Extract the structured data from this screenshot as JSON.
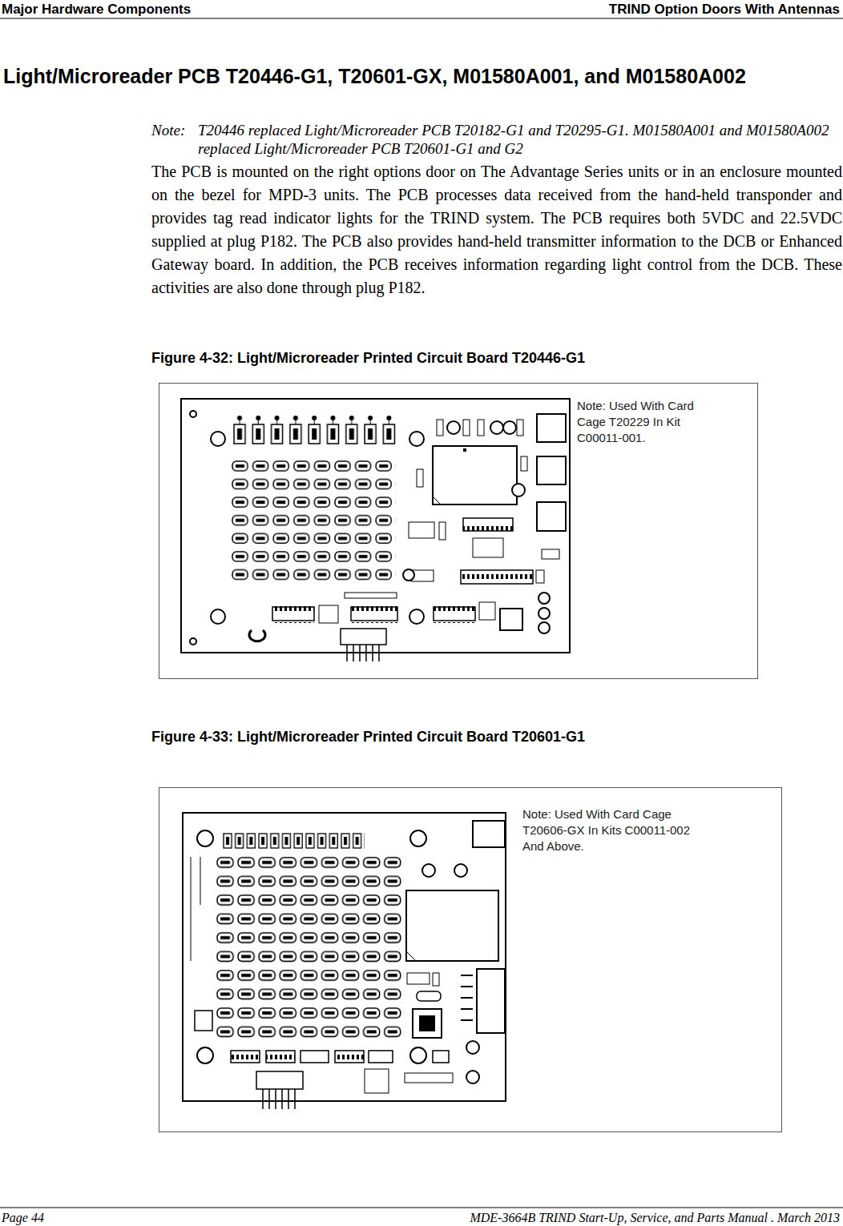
{
  "diagram": {
    "title": "Light/Microreader PCB T20446-G1, T20601-GX, M01580A001, and M01580A002",
    "nodes": [
      {
        "text": [
          "Note: Used With Card Cage T20229 In Kit C00011-001."
        ]
      },
      {
        "text": [
          "Note: Used With Card Cage T20606-GX In Kits C00011-002 And Above."
        ]
      }
    ],
    "labels": [
      "Major Hardware Components",
      "TRIND Option Doors With Antennas",
      "Note:",
      "T20446 replaced Light/Microreader PCB T20182-G1 and T20295-G1. M01580A001 and M01580A002 replaced Light/Microreader PCB T20601-G1 and G2",
      "The PCB is mounted on the right options door on The Advantage Series units or in an enclosure mounted on the bezel for MPD-3 units. The PCB processes data received from the hand-held transponder and provides tag read indicator lights for the TRIND system. The PCB requires both 5VDC and 22.5VDC supplied at plug P182. The PCB also provides hand-held transmitter information to the DCB or Enhanced Gateway board. In addition, the PCB receives information regarding light control from the DCB. These activities are also done through plug P182.",
      "Figure 4-32: Light/Microreader Printed Circuit Board T20446-G1",
      "Figure 4-33: Light/Microreader Printed Circuit Board T20601-G1",
      "Page 44",
      "MDE-3664B TRIND Start-Up, Service, and Parts Manual . March 2013"
    ]
  }
}
